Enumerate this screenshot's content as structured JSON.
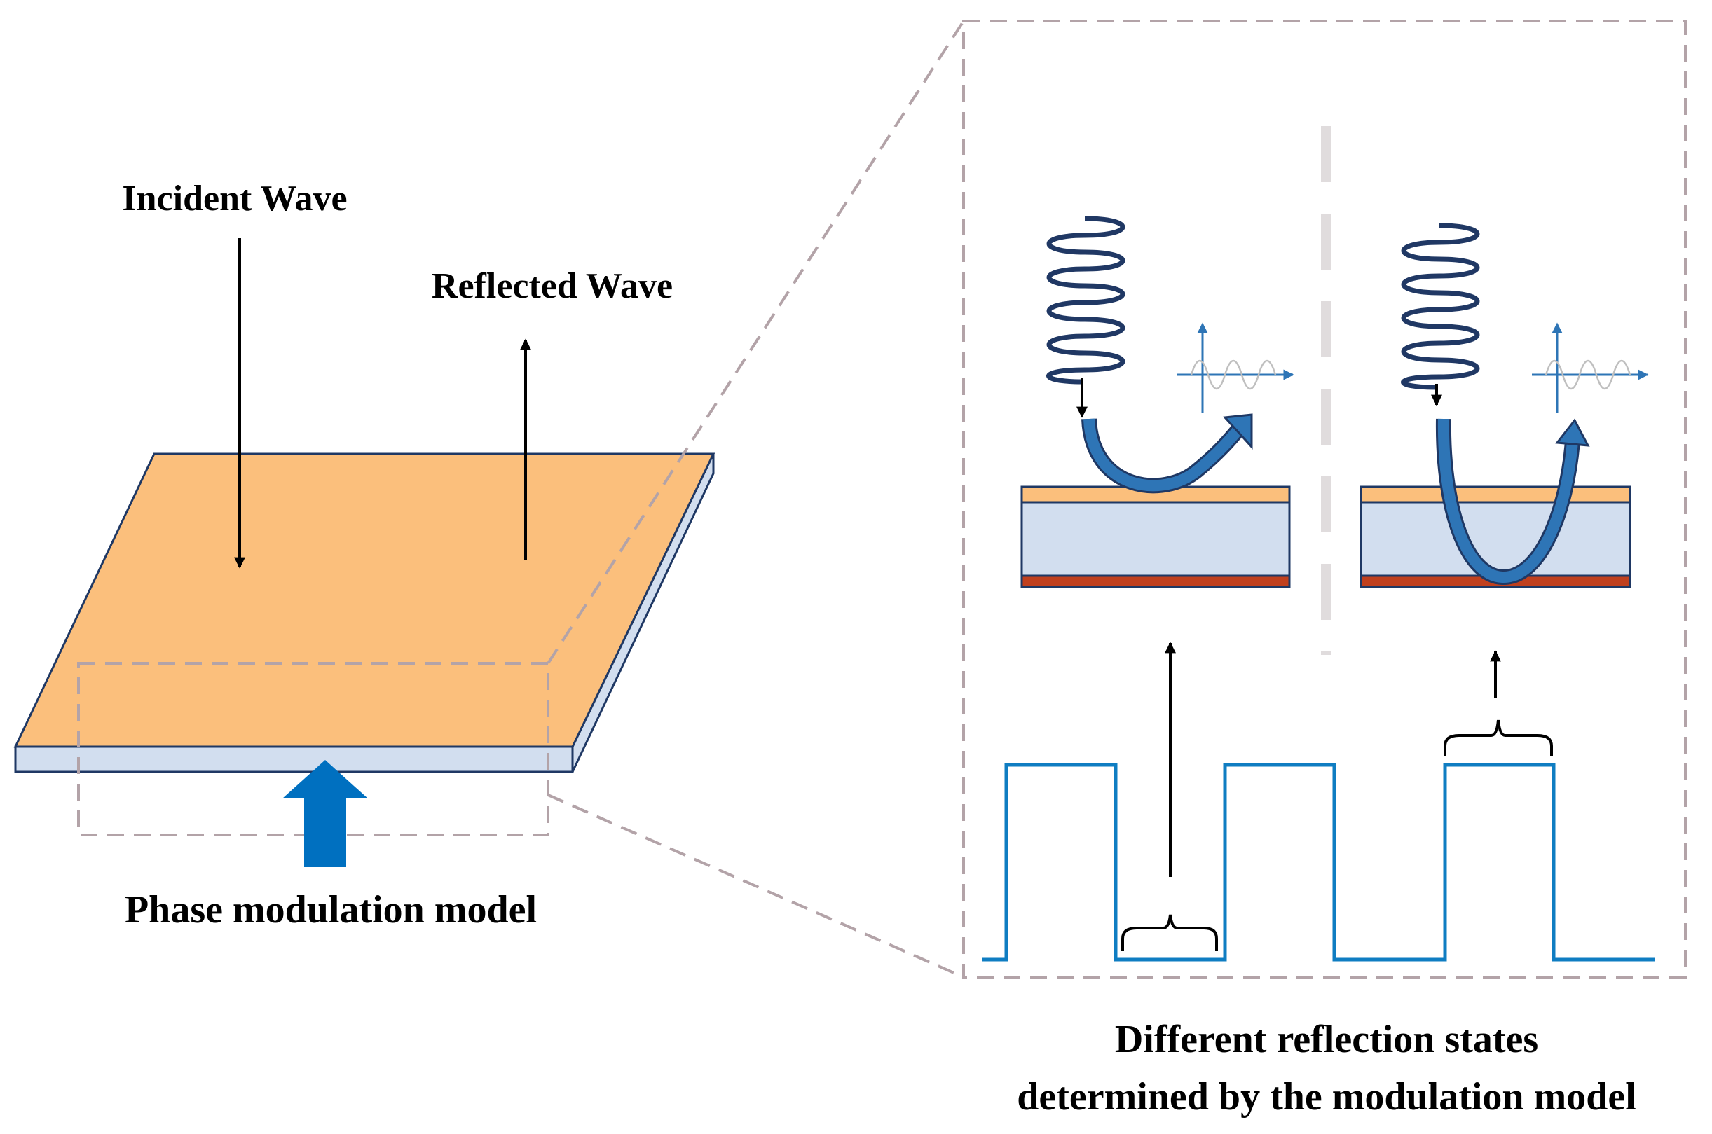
{
  "labels": {
    "incident_wave": "Incident Wave",
    "reflected_wave": "Reflected Wave",
    "phase_modulation_model": "Phase modulation model",
    "caption_line1": "Different reflection states",
    "caption_line2": "determined by the modulation model"
  },
  "colors": {
    "metasurface_top": "#fbbf7c",
    "substrate": "#d2deef",
    "ground_plane": "#c0401e",
    "outline": "#1f3864",
    "accent_blue": "#0070c0",
    "wave_navy": "#203864",
    "reflection_arrow": "#2e75b6",
    "dashed_frame": "#b3a3a8",
    "separator": "#e0dcdd",
    "pulse_line": "#0f7dc2"
  },
  "icons": {
    "modulation_arrow": "block-arrow-up-icon",
    "incident_wave_left": "spring-wave-icon",
    "incident_wave_right": "spring-wave-icon",
    "reflection_left": "shallow-u-arrow-icon",
    "reflection_right": "deep-u-arrow-icon",
    "phase_plot_left": "axes-sine-icon",
    "phase_plot_right": "axes-sine-icon",
    "brace_low": "curly-brace-icon",
    "brace_high": "curly-brace-icon"
  }
}
